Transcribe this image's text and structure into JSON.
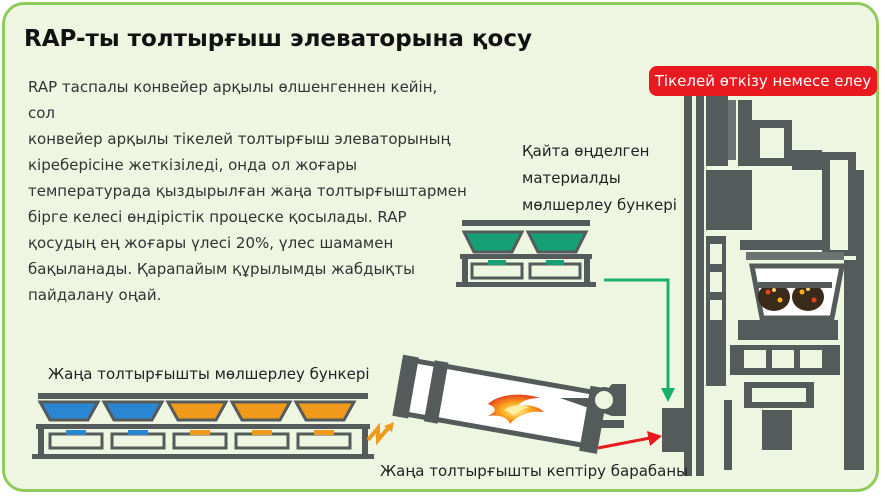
{
  "title": "RAP-ты толтырғыш элеваторына қосу",
  "description": "RAP таспалы конвейер арқылы өлшенгеннен кейін, сол\nконвейер арқылы тікелей толтырғыш элеваторының\nкіреберісіне жеткізіледі, онда ол жоғары\nтемпературада қыздырылған жаңа толтырғыштармен\nбірге келесі өндірістік процеске қосылады. RAP\nқосудың ең жоғары үлесі 20%, үлес шамамен\nбақыланады. Қарапайым құрылымды жабдықты\nпайдалану оңай.",
  "labels": {
    "badge": "Тікелей өткізу немесе елеу",
    "recycled_bin": "Қайта өңделген\nматериалды\nмөлшерлеу бункері",
    "virgin_bin": "Жаңа толтырғышты мөлшерлеу бункері",
    "dryer": "Жаңа толтырғышты кептіру барабаны"
  },
  "colors": {
    "border": "#8fcb5a",
    "background": "#eef6e2",
    "machine": "#555b5a",
    "recycled_hopper": "#17a076",
    "virgin_hopper_blue": "#2a86d0",
    "virgin_hopper_orange": "#ef9a1a",
    "flow_arrow_green": "#18b06a",
    "flow_arrow_red": "#e8191f",
    "badge": "#e8191f"
  },
  "hoppers": {
    "recycled": [
      "recycled_hopper",
      "recycled_hopper"
    ],
    "virgin": [
      "virgin_hopper_blue",
      "virgin_hopper_blue",
      "virgin_hopper_orange",
      "virgin_hopper_orange",
      "virgin_hopper_orange"
    ]
  },
  "icons": [
    "flame-icon",
    "zigzag-arrow-icon"
  ]
}
